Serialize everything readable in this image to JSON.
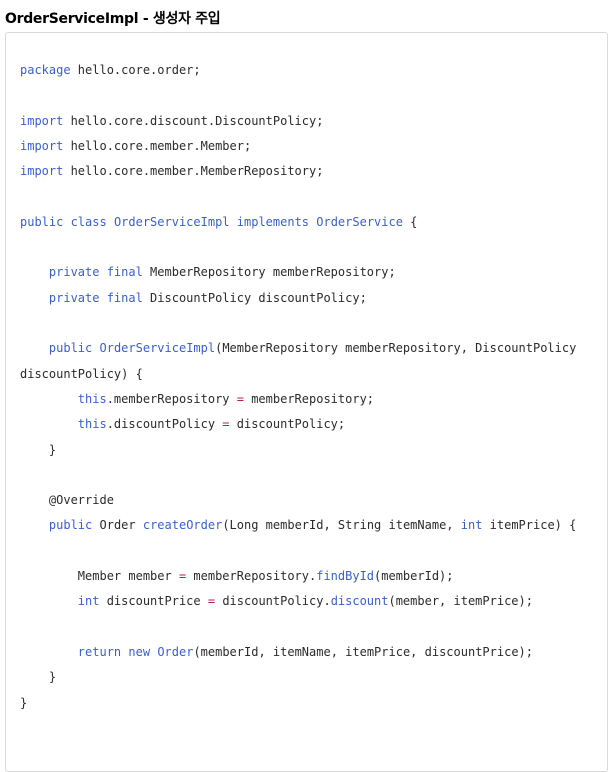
{
  "heading": "OrderServiceImpl - 생성자 주입",
  "code_lines": [
    [
      [
        "kw",
        "package"
      ],
      [
        "pl",
        " hello.core.order;"
      ]
    ],
    [],
    [
      [
        "kw",
        "import"
      ],
      [
        "pl",
        " hello.core.discount.DiscountPolicy;"
      ]
    ],
    [
      [
        "kw",
        "import"
      ],
      [
        "pl",
        " hello.core.member.Member;"
      ]
    ],
    [
      [
        "kw",
        "import"
      ],
      [
        "pl",
        " hello.core.member.MemberRepository;"
      ]
    ],
    [],
    [
      [
        "kw",
        "public class"
      ],
      [
        "pl",
        " "
      ],
      [
        "ty",
        "OrderServiceImpl"
      ],
      [
        "pl",
        " "
      ],
      [
        "kw",
        "implements"
      ],
      [
        "pl",
        " "
      ],
      [
        "ty",
        "OrderService"
      ],
      [
        "pl",
        " {"
      ]
    ],
    [],
    [
      [
        "pl",
        "    "
      ],
      [
        "kw",
        "private final"
      ],
      [
        "pl",
        " MemberRepository memberRepository;"
      ]
    ],
    [
      [
        "pl",
        "    "
      ],
      [
        "kw",
        "private final"
      ],
      [
        "pl",
        " DiscountPolicy discountPolicy;"
      ]
    ],
    [],
    [
      [
        "pl",
        "    "
      ],
      [
        "kw",
        "public"
      ],
      [
        "pl",
        " "
      ],
      [
        "fn",
        "OrderServiceImpl"
      ],
      [
        "pl",
        "(MemberRepository memberRepository, DiscountPolicy"
      ]
    ],
    [
      [
        "pl",
        "discountPolicy) {"
      ]
    ],
    [
      [
        "pl",
        "        "
      ],
      [
        "kw",
        "this"
      ],
      [
        "pl",
        ".memberRepository "
      ],
      [
        "op",
        "="
      ],
      [
        "pl",
        " memberRepository;"
      ]
    ],
    [
      [
        "pl",
        "        "
      ],
      [
        "kw",
        "this"
      ],
      [
        "pl",
        ".discountPolicy "
      ],
      [
        "op",
        "="
      ],
      [
        "pl",
        " discountPolicy;"
      ]
    ],
    [
      [
        "pl",
        "    }"
      ]
    ],
    [],
    [
      [
        "pl",
        "    @Override"
      ]
    ],
    [
      [
        "pl",
        "    "
      ],
      [
        "kw",
        "public"
      ],
      [
        "pl",
        " Order "
      ],
      [
        "fn",
        "createOrder"
      ],
      [
        "pl",
        "(Long memberId, String itemName, "
      ],
      [
        "kw",
        "int"
      ],
      [
        "pl",
        " itemPrice) {"
      ]
    ],
    [],
    [
      [
        "pl",
        "        Member member "
      ],
      [
        "op",
        "="
      ],
      [
        "pl",
        " memberRepository."
      ],
      [
        "fn",
        "findById"
      ],
      [
        "pl",
        "(memberId);"
      ]
    ],
    [
      [
        "pl",
        "        "
      ],
      [
        "kw",
        "int"
      ],
      [
        "pl",
        " discountPrice "
      ],
      [
        "op",
        "="
      ],
      [
        "pl",
        " discountPolicy."
      ],
      [
        "fn",
        "discount"
      ],
      [
        "pl",
        "(member, itemPrice);"
      ]
    ],
    [],
    [
      [
        "pl",
        "        "
      ],
      [
        "kw",
        "return"
      ],
      [
        "pl",
        " "
      ],
      [
        "kw",
        "new"
      ],
      [
        "pl",
        " "
      ],
      [
        "fn",
        "Order"
      ],
      [
        "pl",
        "(memberId, itemName, itemPrice, discountPrice);"
      ]
    ],
    [
      [
        "pl",
        "    }"
      ]
    ],
    [
      [
        "pl",
        "}"
      ]
    ]
  ]
}
